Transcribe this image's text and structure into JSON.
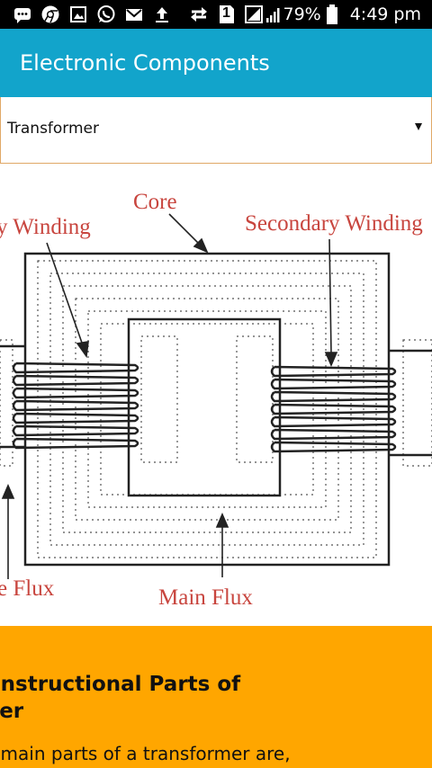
{
  "status_bar": {
    "icons": [
      "messenger-icon",
      "chrome-icon",
      "gallery-icon",
      "whatsapp-icon",
      "gmail-icon",
      "upload-icon",
      "data-transfer-icon",
      "sim-1-icon",
      "signal-icon"
    ],
    "sim_label": "1",
    "battery": "79%",
    "time": "4:49 pm"
  },
  "app_bar": {
    "title": "Electronic Components"
  },
  "spinner": {
    "selected": "Transformer"
  },
  "diagram": {
    "labels": {
      "core": "Core",
      "primary_winding": "y Winding",
      "secondary_winding": "Secondary Winding",
      "leakage_flux": "e Flux",
      "main_flux": "Main Flux"
    }
  },
  "card": {
    "heading_line1": "Constructional Parts of",
    "heading_line2": "Transformer",
    "text": "The main parts of a transformer are,"
  },
  "colors": {
    "app_bar": "#12a4cb",
    "card": "#ffa600",
    "label_red": "#c8453e"
  }
}
